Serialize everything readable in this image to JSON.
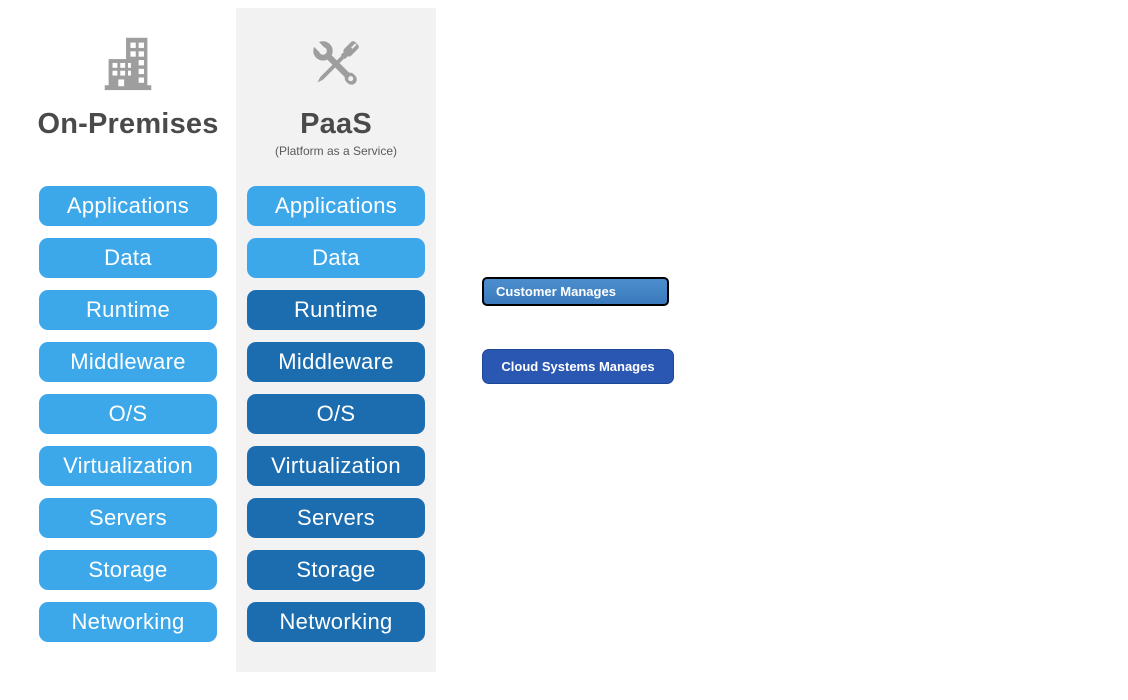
{
  "diagram": {
    "title": "On-Premises vs PaaS responsibility comparison",
    "background_color": "#ffffff",
    "paas_panel_color": "#f2f2f2"
  },
  "colors": {
    "customer_layer": "#3da8e9",
    "cloud_layer": "#1c6daf",
    "legend_customer": "#3e82c4",
    "legend_cloud": "#2a57b2",
    "heading_text": "#4a4a4a",
    "icon_gray": "#9e9e9e"
  },
  "columns": [
    {
      "id": "on-premises",
      "title": "On-Premises",
      "subtitle": "",
      "icon": "building-icon",
      "layers": [
        {
          "label": "Applications",
          "managed_by": "customer"
        },
        {
          "label": "Data",
          "managed_by": "customer"
        },
        {
          "label": "Runtime",
          "managed_by": "customer"
        },
        {
          "label": "Middleware",
          "managed_by": "customer"
        },
        {
          "label": "O/S",
          "managed_by": "customer"
        },
        {
          "label": "Virtualization",
          "managed_by": "customer"
        },
        {
          "label": "Servers",
          "managed_by": "customer"
        },
        {
          "label": "Storage",
          "managed_by": "customer"
        },
        {
          "label": "Networking",
          "managed_by": "customer"
        }
      ]
    },
    {
      "id": "paas",
      "title": "PaaS",
      "subtitle": "(Platform as a Service)",
      "icon": "tools-icon",
      "layers": [
        {
          "label": "Applications",
          "managed_by": "customer"
        },
        {
          "label": "Data",
          "managed_by": "customer"
        },
        {
          "label": "Runtime",
          "managed_by": "cloud"
        },
        {
          "label": "Middleware",
          "managed_by": "cloud"
        },
        {
          "label": "O/S",
          "managed_by": "cloud"
        },
        {
          "label": "Virtualization",
          "managed_by": "cloud"
        },
        {
          "label": "Servers",
          "managed_by": "cloud"
        },
        {
          "label": "Storage",
          "managed_by": "cloud"
        },
        {
          "label": "Networking",
          "managed_by": "cloud"
        }
      ]
    }
  ],
  "legend": {
    "customer": {
      "label": "Customer Manages",
      "color": "#3e82c4"
    },
    "cloud": {
      "label": "Cloud Systems Manages",
      "color": "#2a57b2"
    }
  }
}
